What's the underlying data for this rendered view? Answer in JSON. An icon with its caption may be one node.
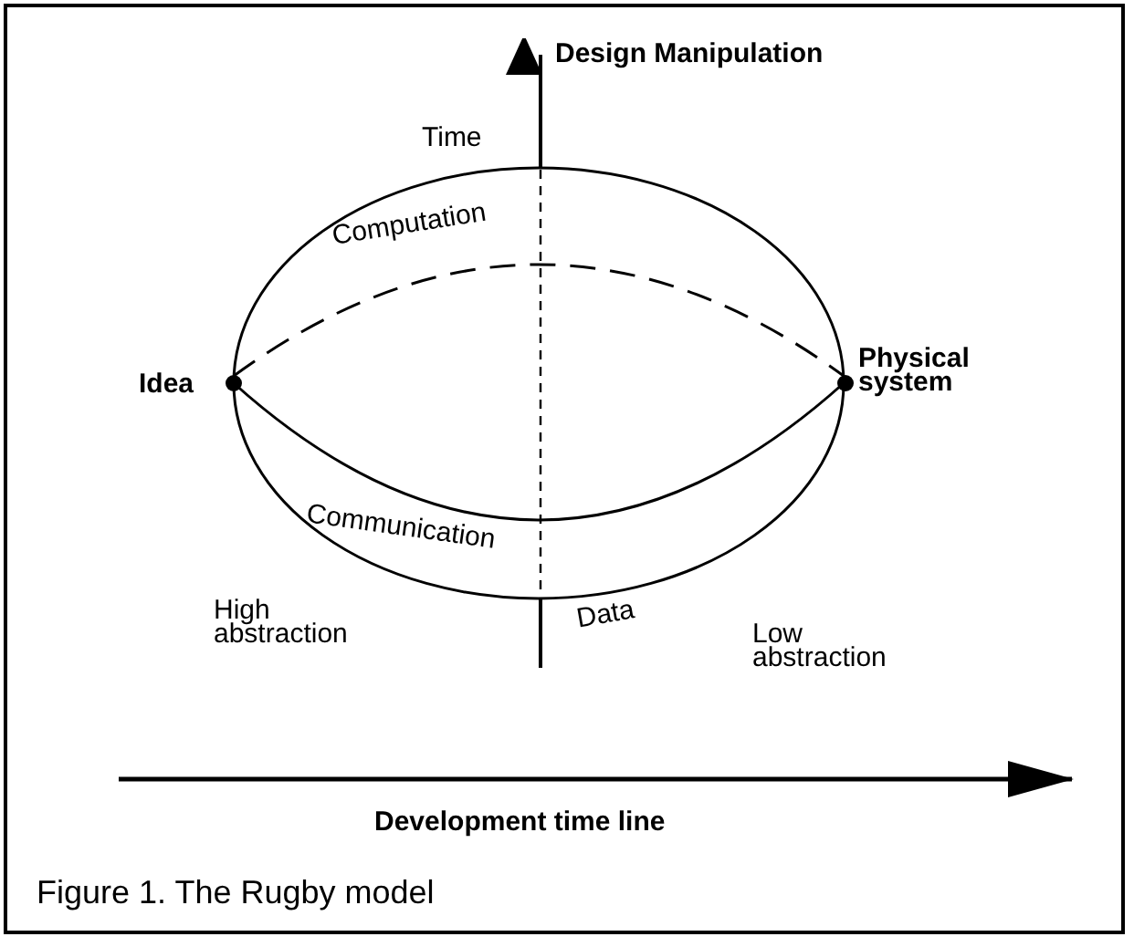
{
  "diagram": {
    "caption": "Figure 1.  The Rugby model",
    "labels": [
      "Design Manipulation",
      "Time",
      "Computation",
      "Idea",
      "Physical system",
      "Communication",
      "High abstraction",
      "Data",
      "Low abstraction",
      "Development time line"
    ]
  }
}
